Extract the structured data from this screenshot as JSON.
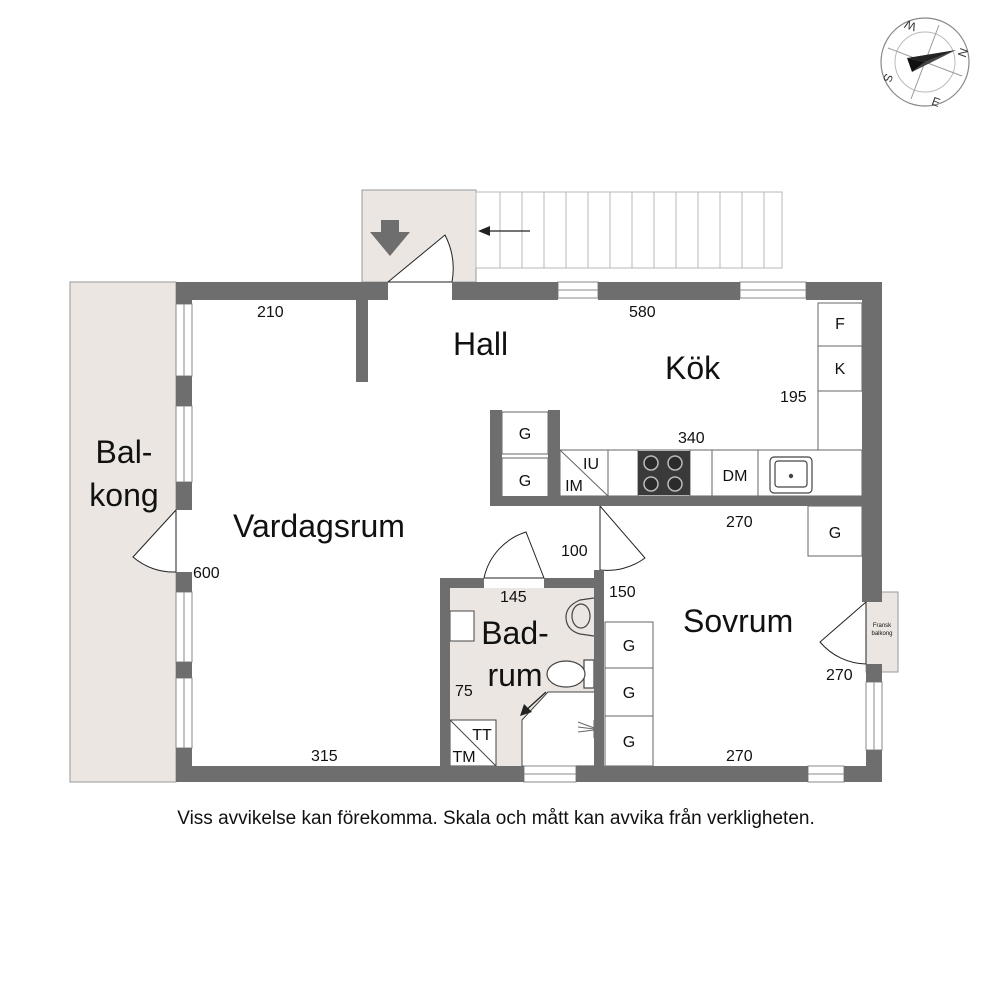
{
  "rooms": {
    "hall": "Hall",
    "kok": "Kök",
    "vardagsrum": "Vardagsrum",
    "sovrum": "Sovrum",
    "balkong_line1": "Bal-",
    "balkong_line2": "kong",
    "badrum_line1": "Bad-",
    "badrum_line2": "rum",
    "fransk_line1": "Fransk",
    "fransk_line2": "balkong"
  },
  "dimensions": {
    "hall_top_left": "210",
    "hall_top_right": "580",
    "kok_right": "195",
    "kok_counter": "340",
    "sovrum_top": "270",
    "vardagsrum_side": "600",
    "corridor": "100",
    "corridor_side": "150",
    "badrum_top": "145",
    "badrum_side": "75",
    "vardagsrum_bottom": "315",
    "sovrum_right": "270",
    "sovrum_bottom": "270"
  },
  "fixtures": {
    "fridge": "F",
    "freezer": "K",
    "wardrobe": "G",
    "oven": "IU",
    "microwave": "IM",
    "dishwasher": "DM",
    "dryer": "TT",
    "washer": "TM"
  },
  "compass": {
    "n": "N",
    "e": "E",
    "s": "S",
    "w": "W"
  },
  "colors": {
    "wall": "#6e6e6e",
    "shade": "#ebe6e1",
    "line": "#222222"
  },
  "disclaimer": "Viss avvikelse kan förekomma. Skala och mått kan avvika från verkligheten."
}
